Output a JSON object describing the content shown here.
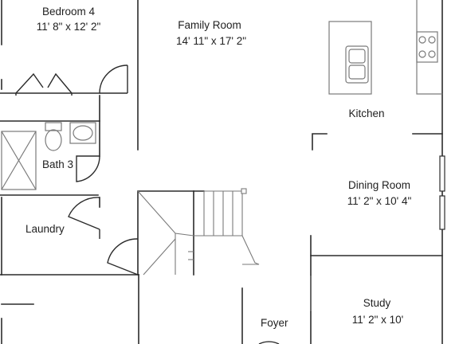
{
  "rooms": {
    "bedroom4": {
      "name": "Bedroom 4",
      "size": "11' 8\" x 12' 2\""
    },
    "family": {
      "name": "Family Room",
      "size": "14' 11\" x 17' 2\""
    },
    "kitchen": {
      "name": "Kitchen"
    },
    "bath3": {
      "name": "Bath 3"
    },
    "dining": {
      "name": "Dining Room",
      "size": "11' 2\" x 10' 4\""
    },
    "laundry": {
      "name": "Laundry"
    },
    "study": {
      "name": "Study",
      "size": "11' 2\" x 10'"
    },
    "foyer": {
      "name": "Foyer"
    }
  },
  "colors": {
    "wall": "#2b2b2b",
    "fixture": "#7a7a7a",
    "background": "#ffffff",
    "text": "#1f1f1f"
  },
  "symbols": [
    "door-swing-icon",
    "bifold-closet-door-icon",
    "toilet-icon",
    "sink-icon",
    "shower-icon",
    "cooktop-icon",
    "island-sink-icon",
    "staircase-icon",
    "window-icon"
  ]
}
